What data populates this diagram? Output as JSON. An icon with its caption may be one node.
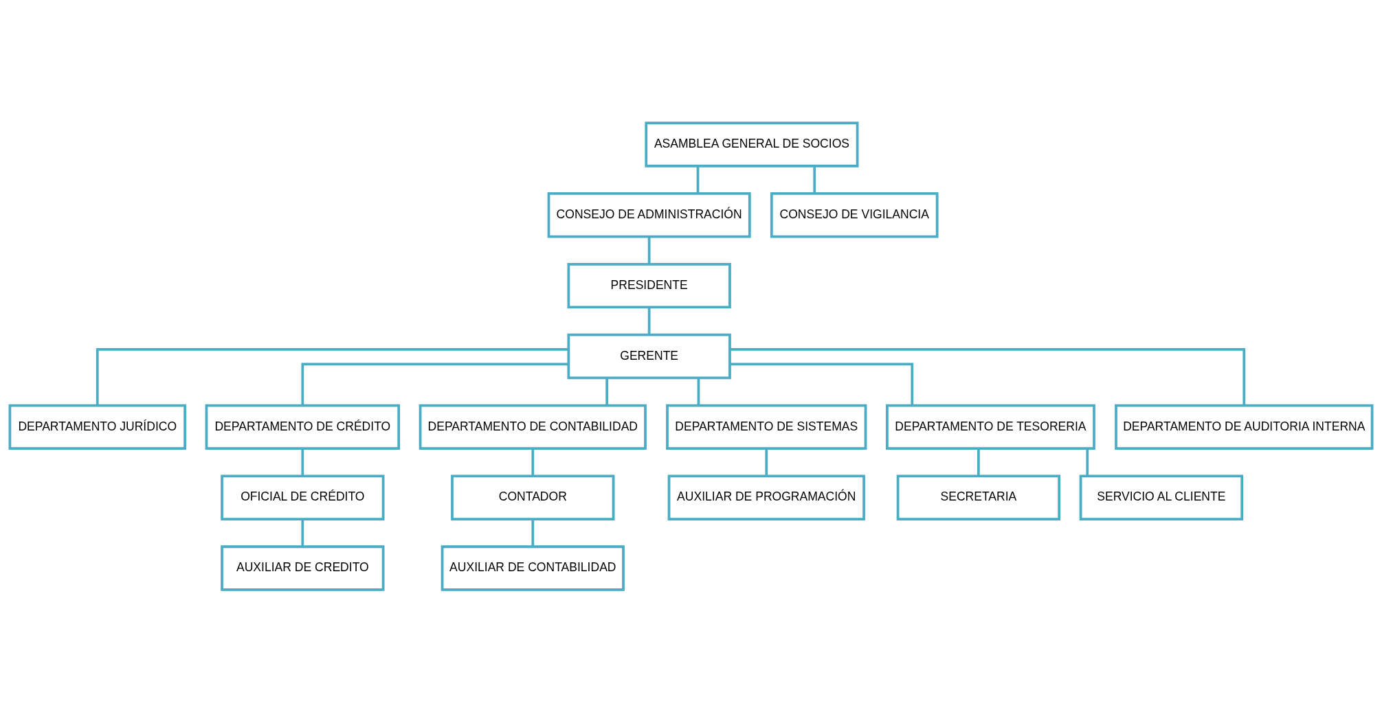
{
  "diagram": {
    "nodes": [
      {
        "text": [
          "ASAMBLEA GENERAL DE SOCIOS"
        ]
      },
      {
        "text": [
          "CONSEJO DE ADMINISTRACIÓN"
        ]
      },
      {
        "text": [
          "CONSEJO DE VIGILANCIA"
        ]
      },
      {
        "text": [
          "PRESIDENTE"
        ]
      },
      {
        "text": [
          "GERENTE"
        ]
      },
      {
        "text": [
          "DEPARTAMENTO JURÍDICO"
        ]
      },
      {
        "text": [
          "DEPARTAMENTO DE CRÉDITO"
        ]
      },
      {
        "text": [
          "DEPARTAMENTO DE CONTABILIDAD"
        ]
      },
      {
        "text": [
          "DEPARTAMENTO DE SISTEMAS"
        ]
      },
      {
        "text": [
          "DEPARTAMENTO DE TESORERIA"
        ]
      },
      {
        "text": [
          "DEPARTAMENTO DE AUDITORIA INTERNA"
        ]
      },
      {
        "text": [
          "OFICIAL DE CRÉDITO"
        ]
      },
      {
        "text": [
          "CONTADOR"
        ]
      },
      {
        "text": [
          "AUXILIAR DE PROGRAMACIÓN"
        ]
      },
      {
        "text": [
          "AUXILIAR DE CREDITO"
        ]
      },
      {
        "text": [
          "AUXILIAR DE CONTABILIDAD"
        ]
      },
      {
        "text": [
          "SECRETARIA"
        ]
      },
      {
        "text": [
          "SERVICIO AL CLIENTE"
        ]
      }
    ],
    "edges": [
      {
        "from": 0,
        "to": 1,
        "arrow": "none"
      },
      {
        "from": 0,
        "to": 2,
        "arrow": "none"
      },
      {
        "from": 1,
        "to": 3,
        "arrow": "none"
      },
      {
        "from": 3,
        "to": 4,
        "arrow": "none"
      },
      {
        "from": 4,
        "to": 5,
        "arrow": "none"
      },
      {
        "from": 4,
        "to": 6,
        "arrow": "none"
      },
      {
        "from": 4,
        "to": 7,
        "arrow": "none"
      },
      {
        "from": 4,
        "to": 8,
        "arrow": "none"
      },
      {
        "from": 4,
        "to": 9,
        "arrow": "none"
      },
      {
        "from": 4,
        "to": 10,
        "arrow": "none"
      },
      {
        "from": 6,
        "to": 11,
        "arrow": "none"
      },
      {
        "from": 11,
        "to": 14,
        "arrow": "none"
      },
      {
        "from": 7,
        "to": 12,
        "arrow": "none"
      },
      {
        "from": 12,
        "to": 15,
        "arrow": "none"
      },
      {
        "from": 8,
        "to": 13,
        "arrow": "none"
      },
      {
        "from": 9,
        "to": 16,
        "arrow": "none"
      },
      {
        "from": 9,
        "to": 17,
        "arrow": "none"
      }
    ]
  }
}
